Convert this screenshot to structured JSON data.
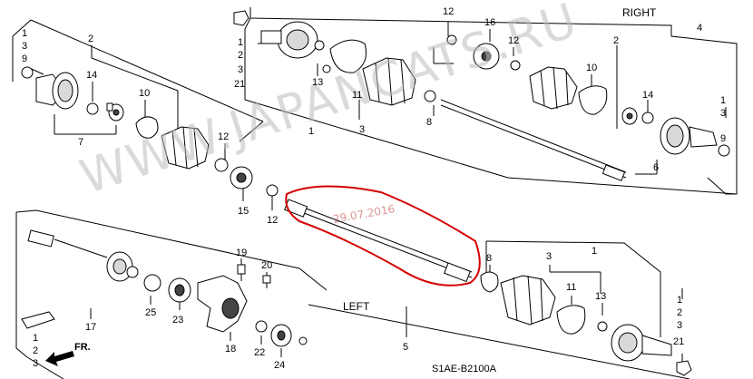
{
  "watermark": "WWW.JAPANCATS.RU",
  "watermark_date": "29.07.2016",
  "diagram_code": "S1AE-B2100A",
  "group_labels": {
    "right": "RIGHT",
    "left": "LEFT",
    "front": "FR."
  },
  "callouts": {
    "c1_a": "1",
    "c3_a": "3",
    "c9_a": "9",
    "c2_a": "2",
    "c14_a": "14",
    "c10_a": "10",
    "c7": "7",
    "c12_a": "12",
    "c15": "15",
    "c12_b": "12",
    "c1_b": "1",
    "c2_b": "2",
    "c3_b": "3",
    "c21_a": "21",
    "c13_a": "13",
    "c11_a": "11",
    "c8_a": "8",
    "c1_c": "1",
    "c3_c": "3",
    "c12_c": "12",
    "c16": "16",
    "c12_d": "12",
    "c2_c": "2",
    "c4": "4",
    "c10_b": "10",
    "c14_b": "14",
    "c1_d": "1",
    "c3_d": "3",
    "c9_b": "9",
    "c6": "6",
    "c19": "19",
    "c20": "20",
    "c25": "25",
    "c23": "23",
    "c18": "18",
    "c22": "22",
    "c24": "24",
    "c17": "17",
    "c1_e": "1",
    "c2_e": "2",
    "c3_e": "3",
    "c5": "5",
    "c8_b": "8",
    "c3_f": "3",
    "c1_f": "1",
    "c11_b": "11",
    "c13_b": "13",
    "c1_g": "1",
    "c2_g": "2",
    "c3_g": "3",
    "c21_b": "21"
  },
  "colors": {
    "highlight": "#d40000",
    "ink": "#000000",
    "watermark": "#bcbcbc"
  }
}
